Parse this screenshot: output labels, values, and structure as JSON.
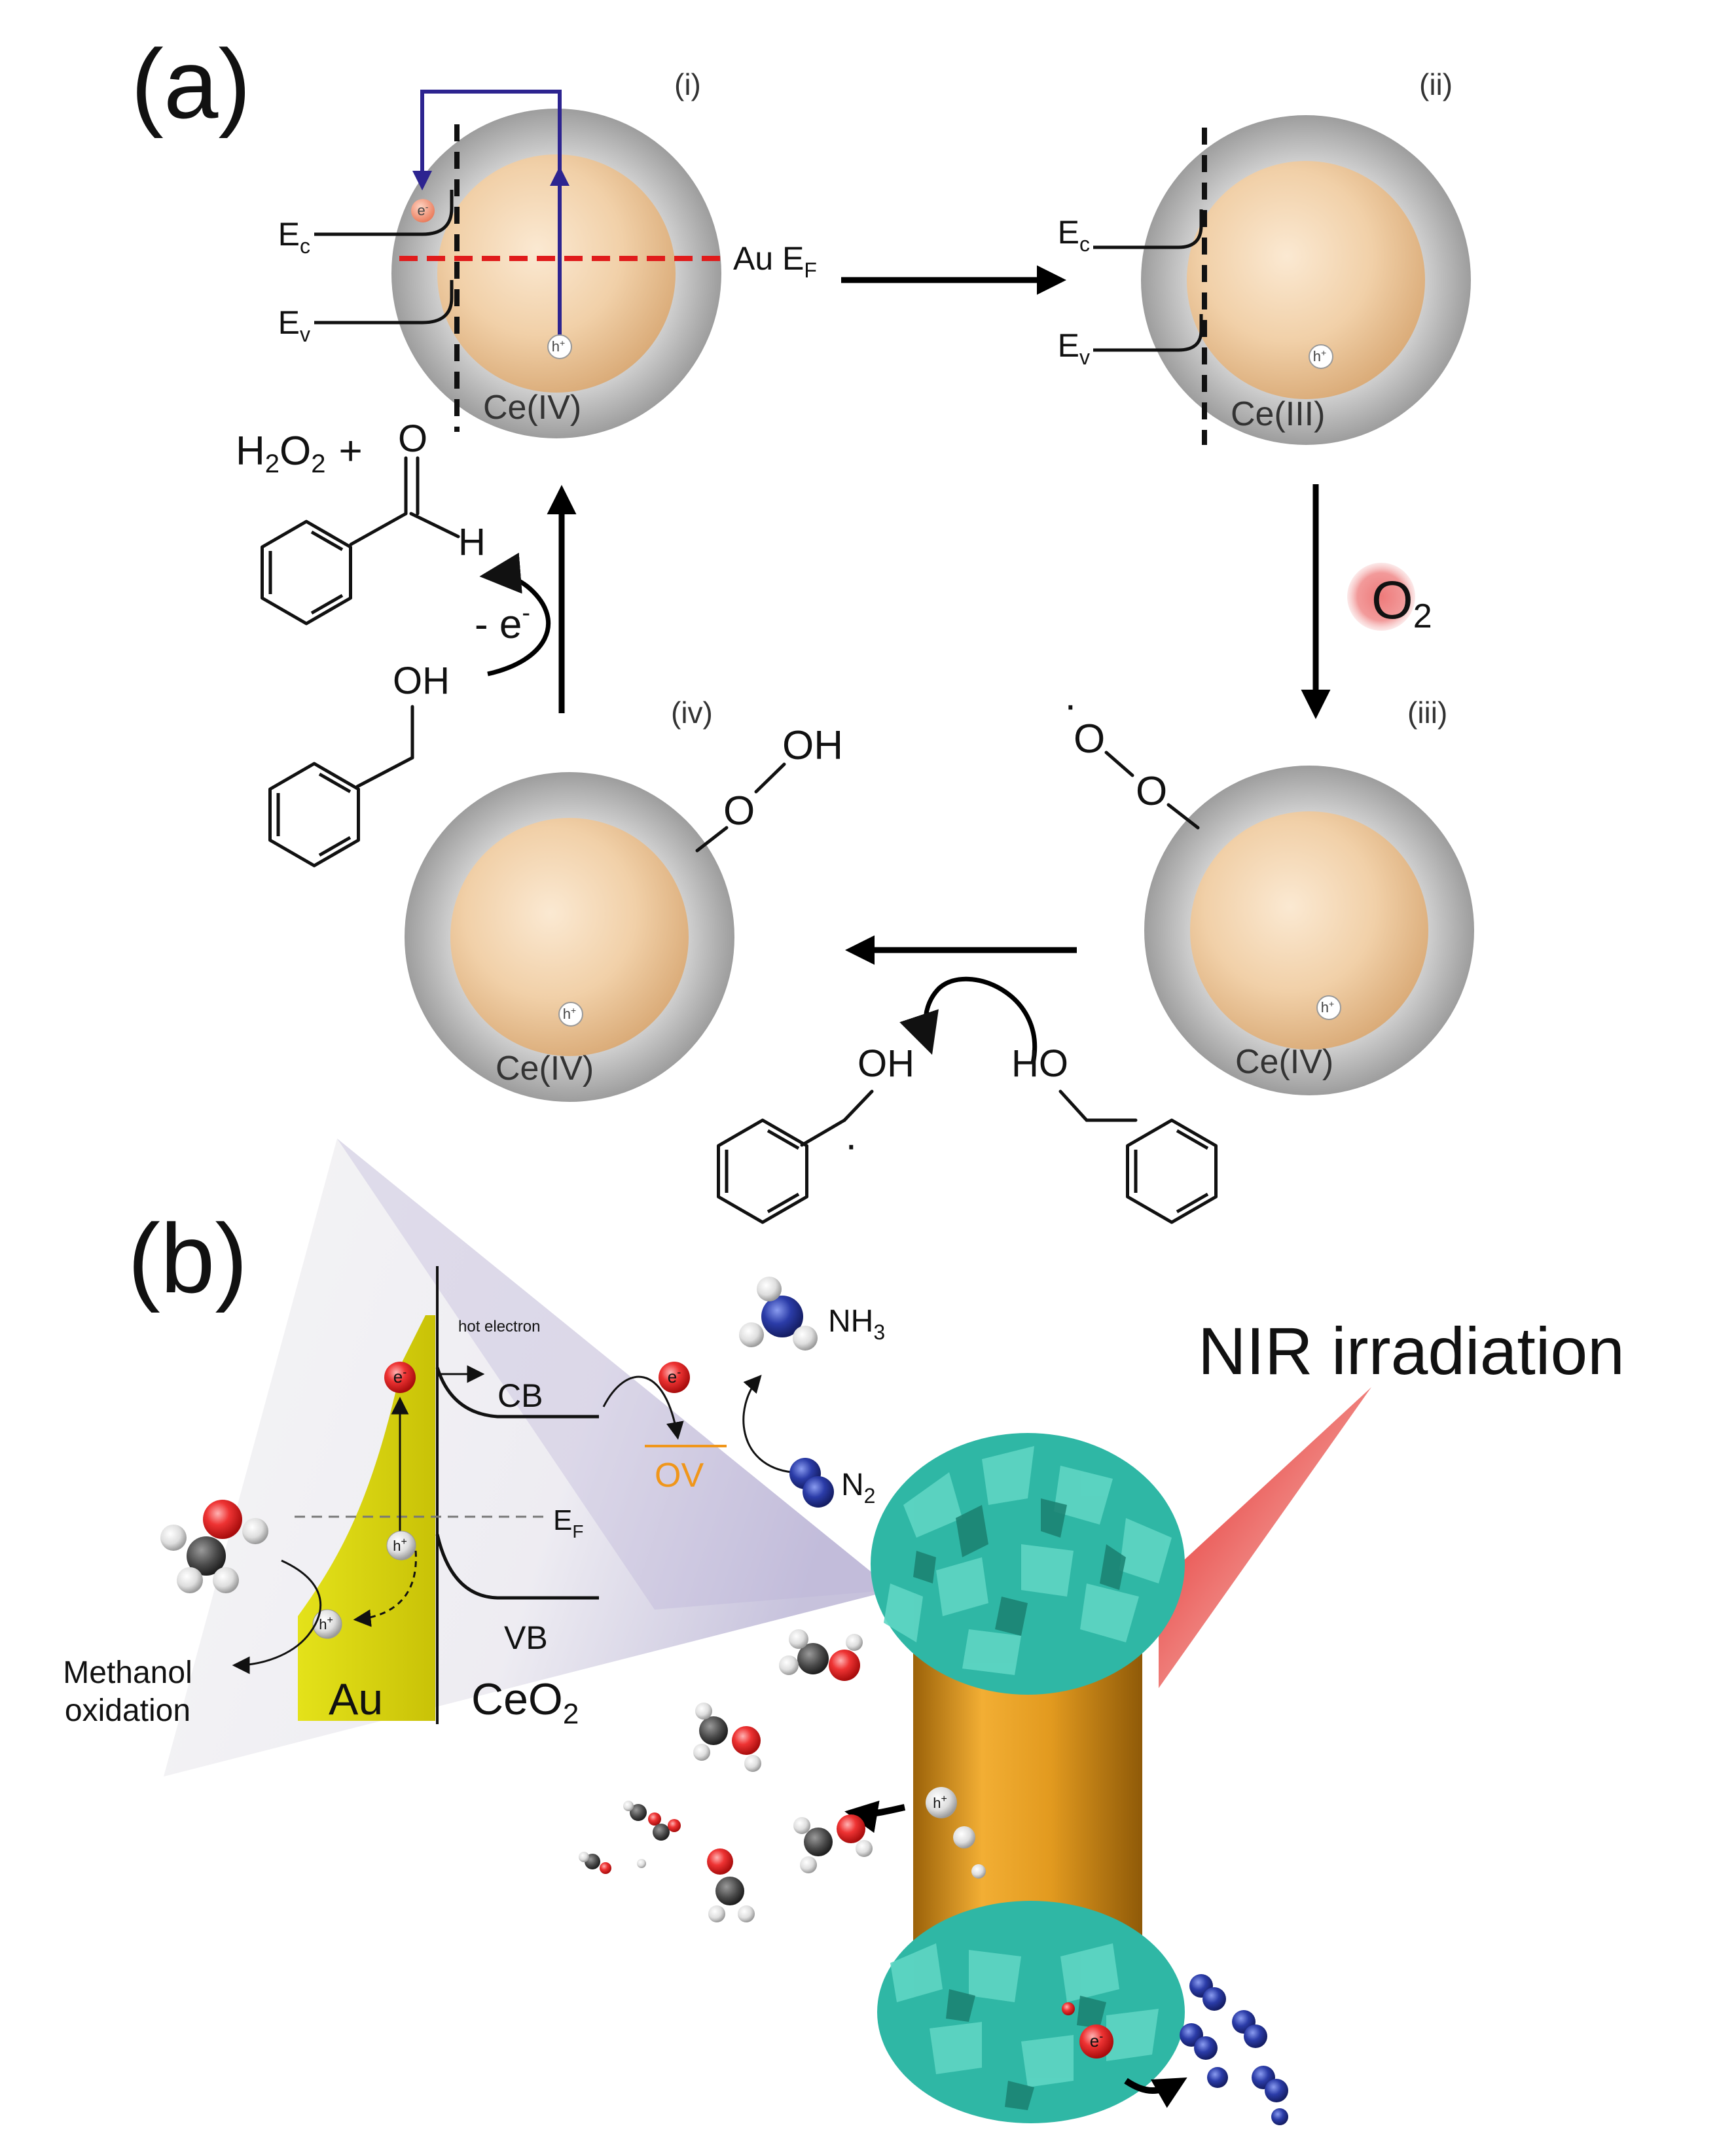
{
  "panel_a": {
    "label": "(a)",
    "states": {
      "i": {
        "roman": "(i)",
        "ce": "Ce(IV)"
      },
      "ii": {
        "roman": "(ii)",
        "ce": "Ce(III)"
      },
      "iii": {
        "roman": "(iii)",
        "ce": "Ce(IV)"
      },
      "iv": {
        "roman": "(iv)",
        "ce": "Ce(IV)"
      }
    },
    "band_labels": {
      "ec": "E",
      "ec_sub": "c",
      "ev": "E",
      "ev_sub": "v",
      "au_ef": "Au E",
      "au_ef_sub": "F"
    },
    "carrier_labels": {
      "electron": "e",
      "hole": "h"
    },
    "o2": {
      "text": "O",
      "sub": "2"
    },
    "h2o2": {
      "h": "H",
      "two": "2",
      "o": "O",
      "plus": "+"
    },
    "minus_e": {
      "text": "- e",
      "sup": "-"
    },
    "chem_atoms": {
      "o": "O",
      "h": "H",
      "oh": "OH",
      "ho": "HO"
    },
    "colors": {
      "core": "#eac08f",
      "shell": "#b5b5b5",
      "au_ef_line": "#e01b1b",
      "transfer_arrow": "#2d2490",
      "o2_glow": "#ee7a7a"
    }
  },
  "panel_b": {
    "label": "(b)",
    "hot_electron": "hot electron",
    "cb": "CB",
    "vb": "VB",
    "ef": {
      "text": "E",
      "sub": "F"
    },
    "ov": "OV",
    "au": "Au",
    "ceo2": {
      "text": "CeO",
      "sub": "2"
    },
    "nh3": {
      "text": "NH",
      "sub": "3"
    },
    "n2": {
      "text": "N",
      "sub": "2"
    },
    "electron": "e",
    "hole": "h",
    "methanol": [
      "Methanol",
      "oxidation"
    ],
    "nir": "NIR irradiation",
    "colors": {
      "au_fill": "#d4d10a",
      "ov": "#f0961a",
      "shell": "#2fb7a5",
      "rod": "#e39a1e",
      "n_atom": "#1f2e8c"
    }
  }
}
